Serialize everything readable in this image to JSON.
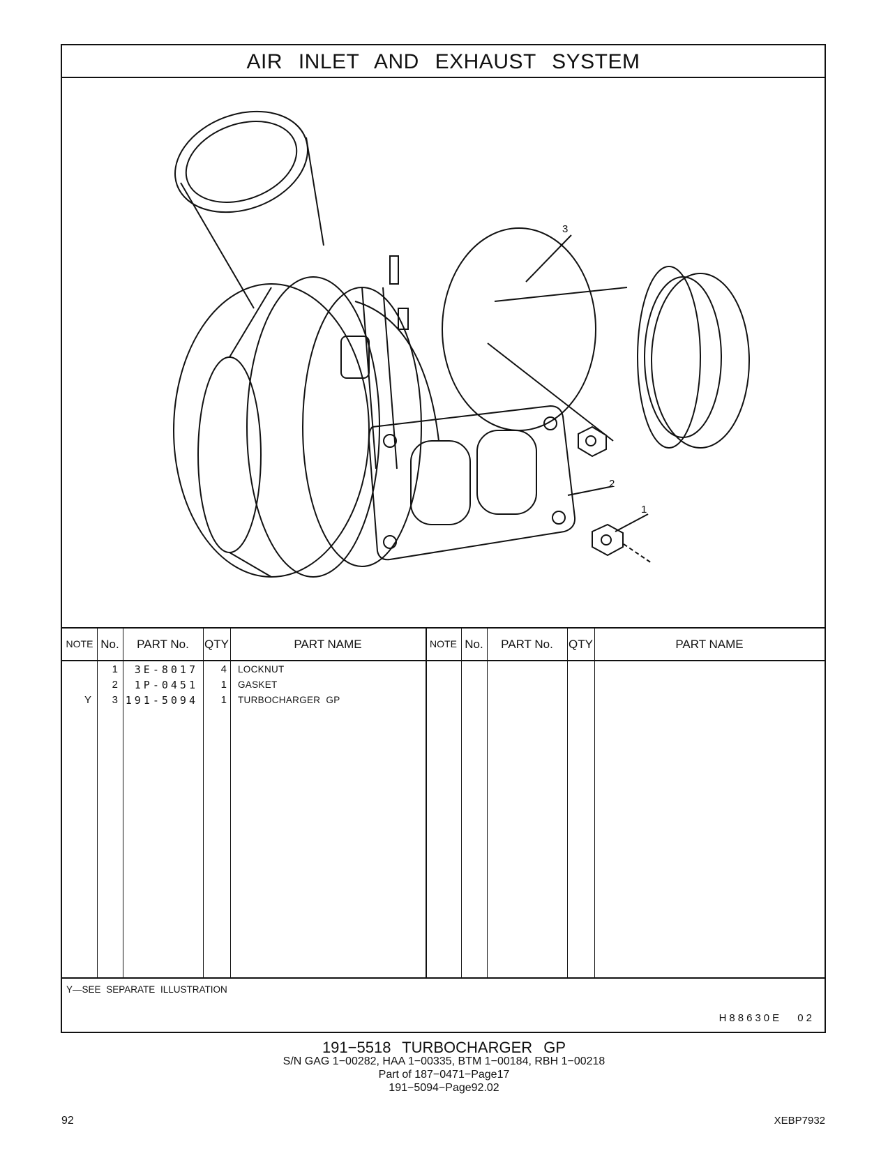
{
  "header": {
    "title": "AIR  INLET  AND  EXHAUST  SYSTEM"
  },
  "illustration": {
    "callouts": [
      "3",
      "2",
      "1"
    ]
  },
  "table": {
    "columns": [
      "NOTE",
      "No.",
      "PART No.",
      "QTY",
      "PART NAME"
    ],
    "rows": [
      {
        "note": "",
        "no": "1",
        "part_no": "3E-8017",
        "qty": "4",
        "part_name": "LOCKNUT"
      },
      {
        "note": "",
        "no": "2",
        "part_no": "1P-0451",
        "qty": "1",
        "part_name": "GASKET"
      },
      {
        "note": "Y",
        "no": "3",
        "part_no": "191-5094",
        "qty": "1",
        "part_name": "TURBOCHARGER  GP"
      }
    ]
  },
  "footer": {
    "note": "Y—SEE  SEPARATE  ILLUSTRATION",
    "illustration_code": "H88630E  02"
  },
  "caption": {
    "title": "191−5518  TURBOCHARGER  GP",
    "serials": "S/N GAG 1−00282, HAA 1−00335, BTM 1−00184, RBH 1−00218",
    "part_of": "Part of 187−0471−Page17",
    "page_ref": "191−5094−Page92.02"
  },
  "page": {
    "number": "92",
    "doc_id": "XEBP7932"
  }
}
